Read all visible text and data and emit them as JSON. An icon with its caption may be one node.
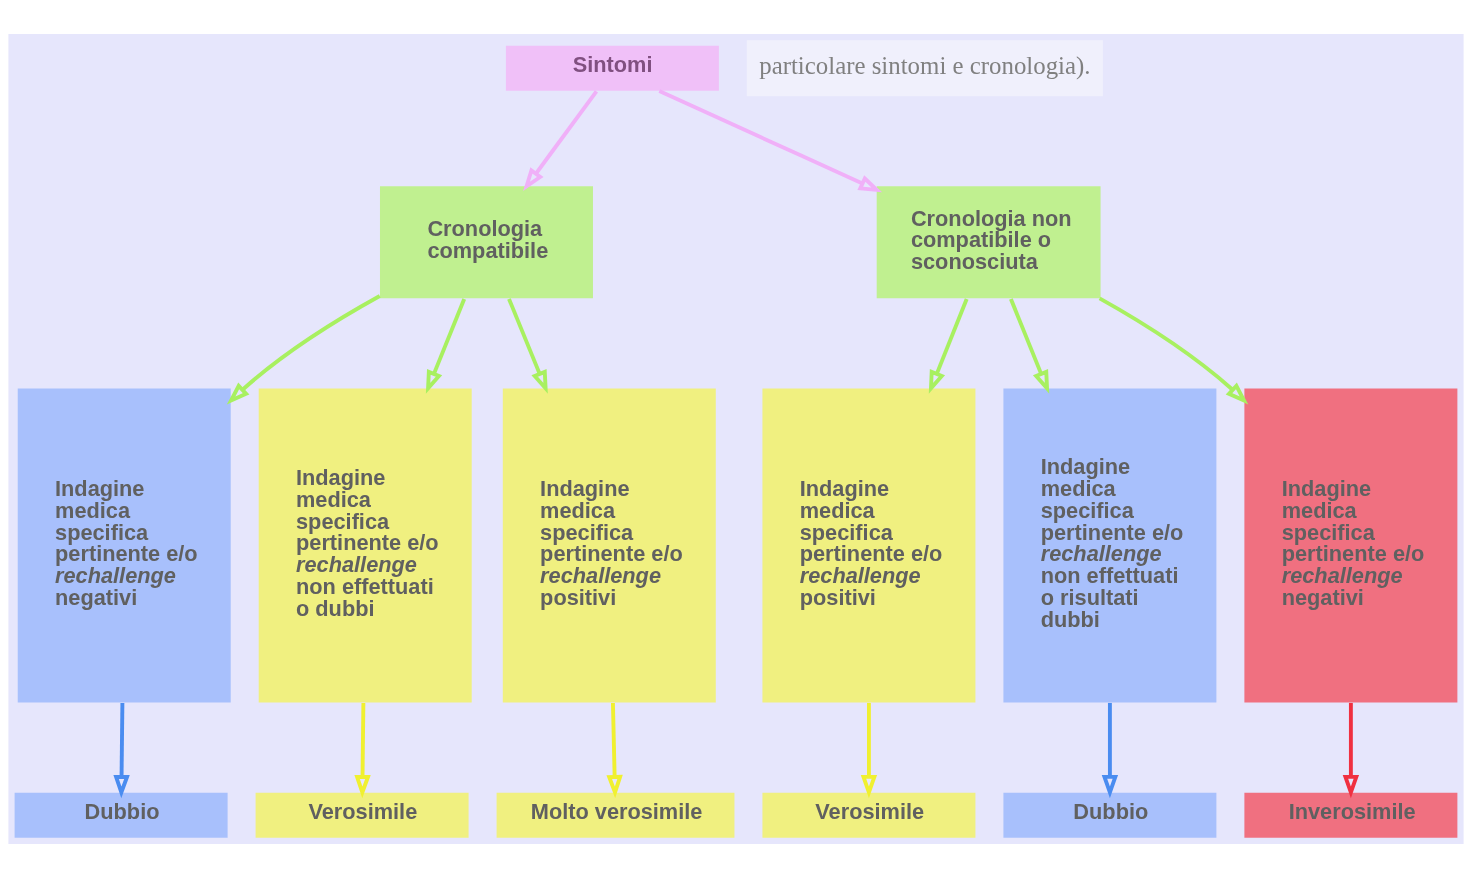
{
  "diagram": {
    "nodes": [
      {
        "text": [
          "Sintomi"
        ]
      },
      {
        "text": [
          "Cronologia compatibile"
        ]
      },
      {
        "text": [
          "Cronologia non compatibile o sconosciuta"
        ]
      },
      {
        "text": [
          "Indagine medica specifica pertinente e/o *rechallenge* negativi"
        ]
      },
      {
        "text": [
          "Indagine medica specifica pertinente e/o *rechallenge* non effettuati o dubbi"
        ]
      },
      {
        "text": [
          "Indagine medica specifica pertinente e/o *rechallenge* positivi"
        ]
      },
      {
        "text": [
          "Indagine medica specifica pertinente e/o *rechallenge* positivi"
        ]
      },
      {
        "text": [
          "Indagine medica specifica pertinente e/o *rechallenge* non effettuati o risultati dubbi"
        ]
      },
      {
        "text": [
          "Indagine medica specifica pertinente e/o *rechallenge* negativi"
        ]
      },
      {
        "text": [
          "Dubbio"
        ]
      },
      {
        "text": [
          "Verosimile"
        ]
      },
      {
        "text": [
          "Molto verosimile"
        ]
      },
      {
        "text": [
          "Verosimile"
        ]
      },
      {
        "text": [
          "Dubbio"
        ]
      },
      {
        "text": [
          "Inverosimile"
        ]
      }
    ],
    "edges": [
      {
        "from": 0,
        "to": 1,
        "arrow": "to",
        "color": "#f0b0f8"
      },
      {
        "from": 0,
        "to": 2,
        "arrow": "to",
        "color": "#f0b0f8"
      },
      {
        "from": 1,
        "to": 3,
        "arrow": "to",
        "color": "#a8f060"
      },
      {
        "from": 1,
        "to": 4,
        "arrow": "to",
        "color": "#a8f060"
      },
      {
        "from": 1,
        "to": 5,
        "arrow": "to",
        "color": "#a8f060"
      },
      {
        "from": 2,
        "to": 6,
        "arrow": "to",
        "color": "#a8f060"
      },
      {
        "from": 2,
        "to": 7,
        "arrow": "to",
        "color": "#a8f060"
      },
      {
        "from": 2,
        "to": 8,
        "arrow": "to",
        "color": "#a8f060"
      },
      {
        "from": 3,
        "to": 9,
        "arrow": "to",
        "color": "#4a8cf0"
      },
      {
        "from": 4,
        "to": 10,
        "arrow": "to",
        "color": "#f0f030"
      },
      {
        "from": 5,
        "to": 11,
        "arrow": "to",
        "color": "#f0f030"
      },
      {
        "from": 6,
        "to": 12,
        "arrow": "to",
        "color": "#f0f030"
      },
      {
        "from": 7,
        "to": 13,
        "arrow": "to",
        "color": "#4a8cf0"
      },
      {
        "from": 8,
        "to": 14,
        "arrow": "to",
        "color": "#f03040"
      }
    ],
    "labels": [
      "particolare sintomi e cronologia)."
    ]
  }
}
